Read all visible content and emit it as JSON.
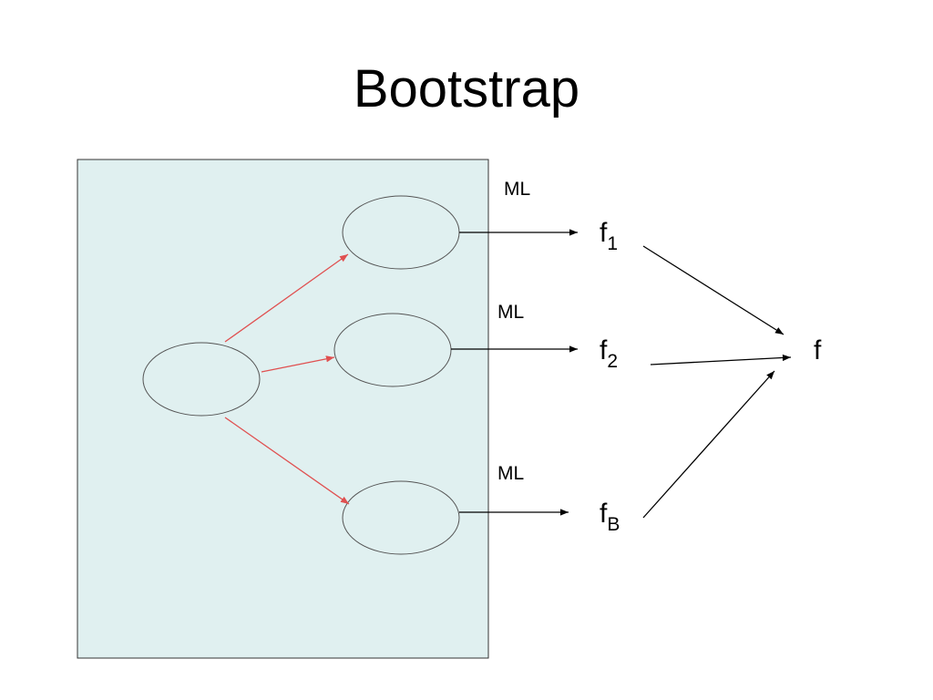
{
  "title": "Bootstrap",
  "diagram": {
    "panel_color": "#e0f0f0",
    "sample_arrow_color": "#e05050",
    "model_arrow_color": "#000000",
    "branches": [
      {
        "ml_label": "ML",
        "f_base": "f",
        "f_sub": "1"
      },
      {
        "ml_label": "ML",
        "f_base": "f",
        "f_sub": "2"
      },
      {
        "ml_label": "ML",
        "f_base": "f",
        "f_sub": "B"
      }
    ],
    "aggregate_label": "f"
  }
}
